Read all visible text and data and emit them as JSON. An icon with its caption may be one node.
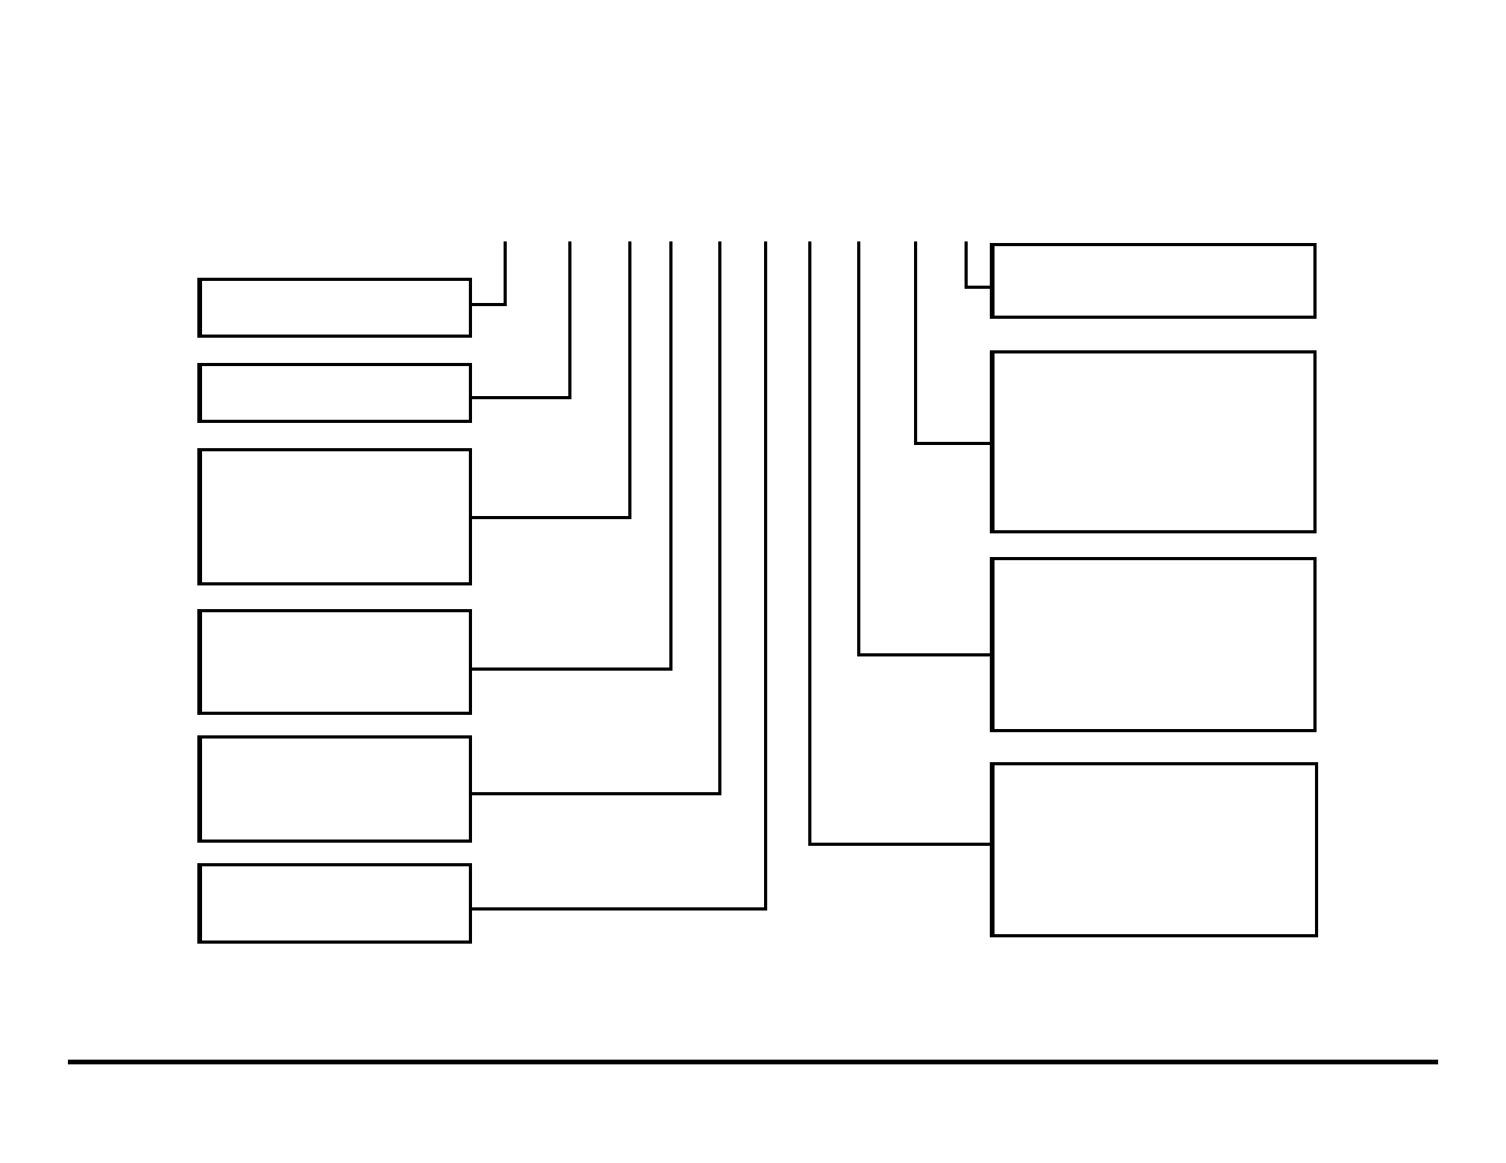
{
  "diagram": {
    "nodes": [
      {
        "text": [],
        "shape": "box"
      },
      {
        "text": [],
        "shape": "box"
      },
      {
        "text": [],
        "shape": "box"
      },
      {
        "text": [],
        "shape": "box"
      },
      {
        "text": [],
        "shape": "box"
      },
      {
        "text": [],
        "shape": "box"
      },
      {
        "text": [],
        "shape": "box"
      },
      {
        "text": [],
        "shape": "box"
      },
      {
        "text": [],
        "shape": "box"
      },
      {
        "text": [],
        "shape": "box"
      }
    ],
    "edges": [
      {
        "from": 0,
        "to": null,
        "arrow": "none"
      },
      {
        "from": 1,
        "to": null,
        "arrow": "none"
      },
      {
        "from": 2,
        "to": null,
        "arrow": "none"
      },
      {
        "from": 3,
        "to": null,
        "arrow": "none"
      },
      {
        "from": 4,
        "to": null,
        "arrow": "none"
      },
      {
        "from": 5,
        "to": null,
        "arrow": "none"
      },
      {
        "from": 6,
        "to": null,
        "arrow": "none"
      },
      {
        "from": 7,
        "to": null,
        "arrow": "none"
      },
      {
        "from": 8,
        "to": null,
        "arrow": "none"
      },
      {
        "from": 9,
        "to": null,
        "arrow": "none"
      }
    ]
  }
}
